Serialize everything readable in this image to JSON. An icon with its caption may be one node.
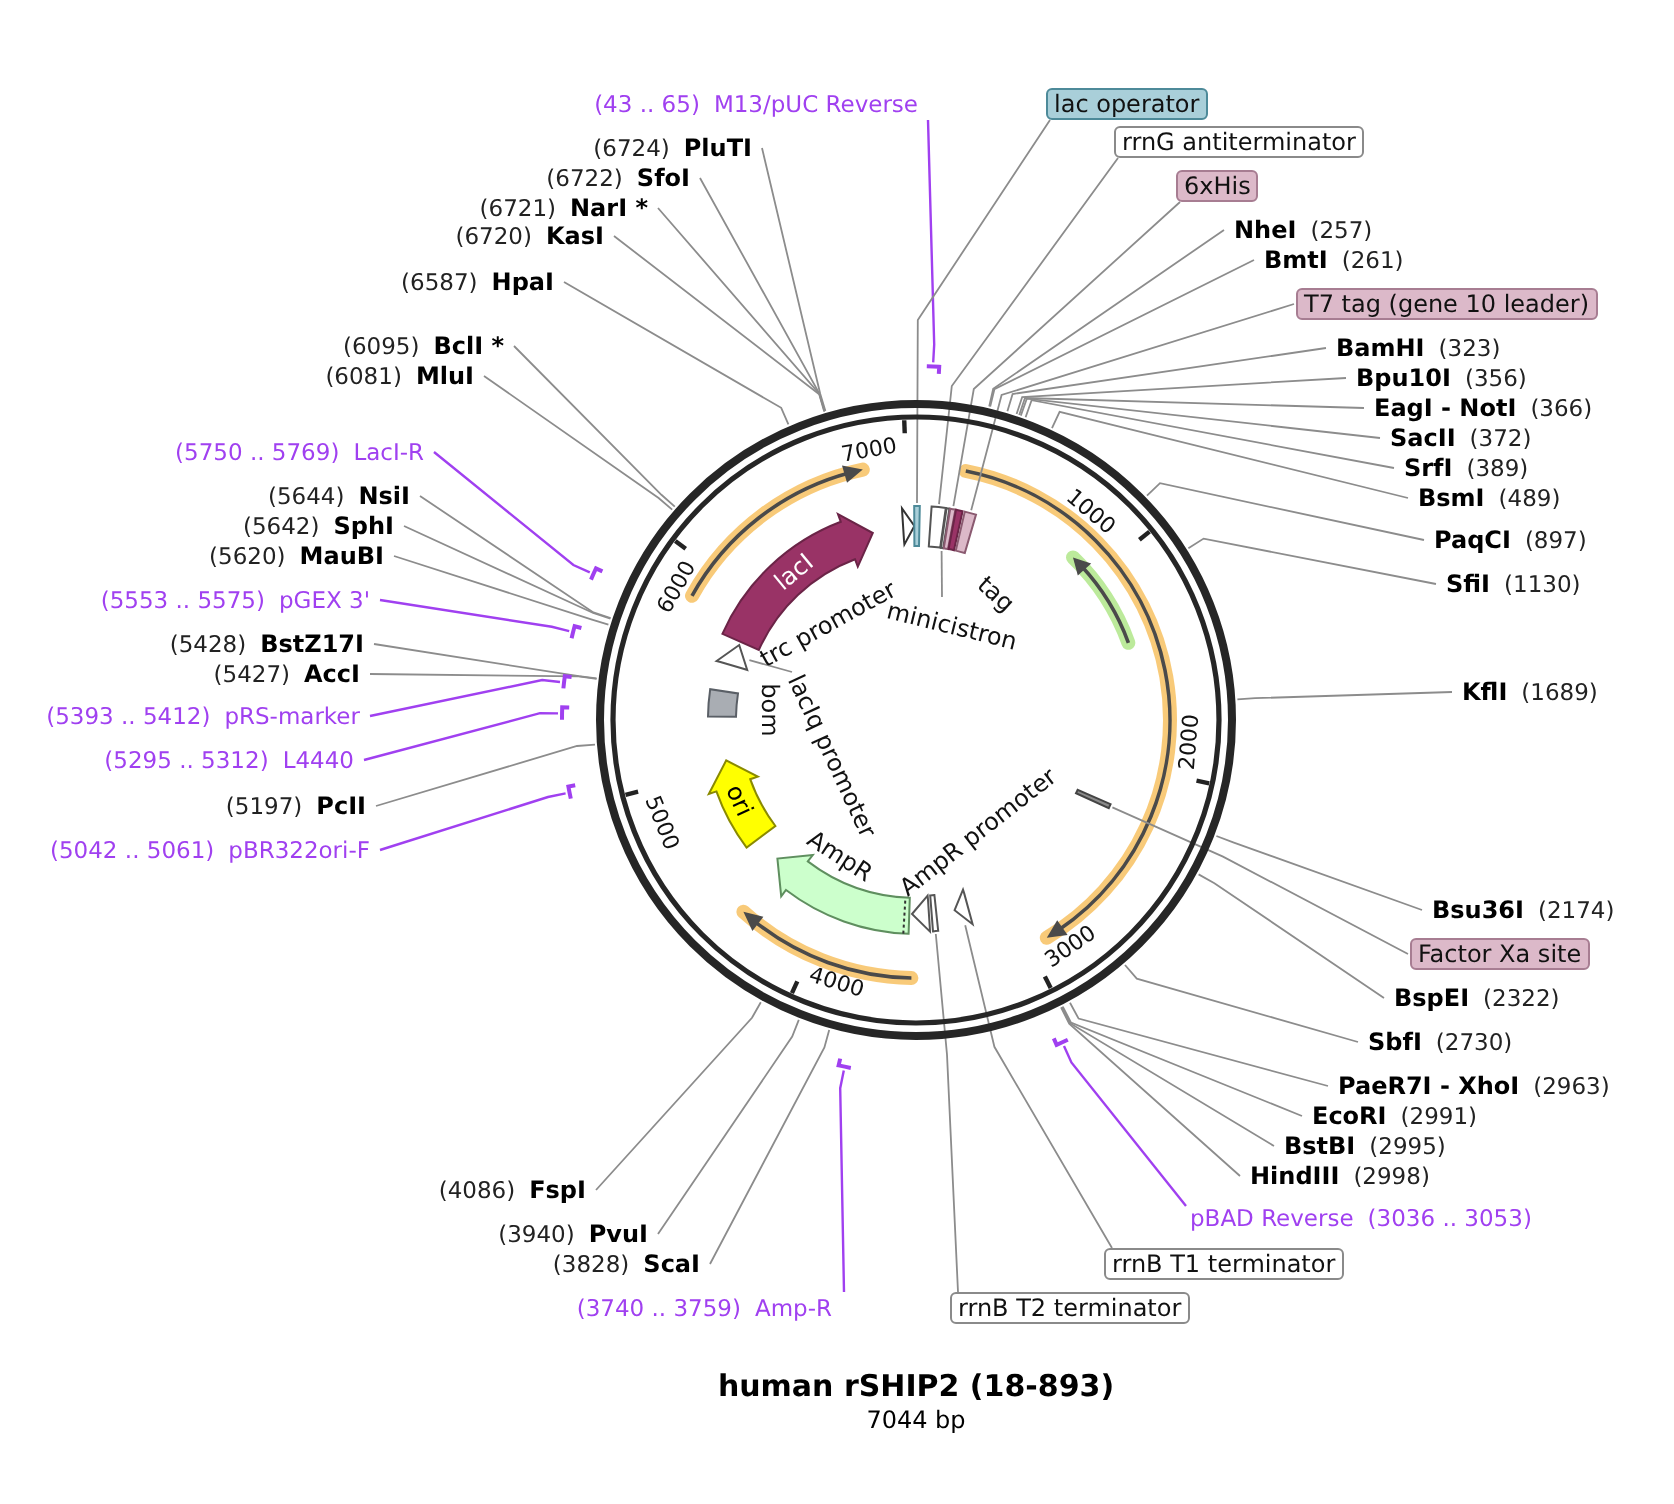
{
  "diagram": {
    "title": "human rSHIP2 (18-893)",
    "caption": "7044 bp",
    "nodes": [
      {
        "text": [
          "(43 .. 65)",
          "M13/pUC Reverse"
        ]
      },
      {
        "text": [
          "lac operator"
        ]
      },
      {
        "text": [
          "rrnG antiterminator"
        ]
      },
      {
        "text": [
          "6xHis"
        ]
      },
      {
        "text": [
          "NheI",
          "(257)"
        ]
      },
      {
        "text": [
          "BmtI",
          "(261)"
        ]
      },
      {
        "text": [
          "T7 tag (gene 10 leader)"
        ]
      },
      {
        "text": [
          "BamHI",
          "(323)"
        ]
      },
      {
        "text": [
          "Bpu10I",
          "(356)"
        ]
      },
      {
        "text": [
          "EagI - NotI",
          "(366)"
        ]
      },
      {
        "text": [
          "SacII",
          "(372)"
        ]
      },
      {
        "text": [
          "SrfI",
          "(389)"
        ]
      },
      {
        "text": [
          "BsmI",
          "(489)"
        ]
      },
      {
        "text": [
          "PaqCI",
          "(897)"
        ]
      },
      {
        "text": [
          "SfiI",
          "(1130)"
        ]
      },
      {
        "text": [
          "KflI",
          "(1689)"
        ]
      },
      {
        "text": [
          "Bsu36I",
          "(2174)"
        ]
      },
      {
        "text": [
          "Factor Xa site"
        ]
      },
      {
        "text": [
          "BspEI",
          "(2322)"
        ]
      },
      {
        "text": [
          "SbfI",
          "(2730)"
        ]
      },
      {
        "text": [
          "PaeR7I - XhoI",
          "(2963)"
        ]
      },
      {
        "text": [
          "EcoRI",
          "(2991)"
        ]
      },
      {
        "text": [
          "BstBI",
          "(2995)"
        ]
      },
      {
        "text": [
          "HindIII",
          "(2998)"
        ]
      },
      {
        "text": [
          "pBAD Reverse",
          "(3036 .. 3053)"
        ]
      },
      {
        "text": [
          "rrnB T1 terminator"
        ]
      },
      {
        "text": [
          "rrnB T2 terminator"
        ]
      },
      {
        "text": [
          "(3740 .. 3759)",
          "Amp-R"
        ]
      },
      {
        "text": [
          "(3828)",
          "ScaI"
        ]
      },
      {
        "text": [
          "(3940)",
          "PvuI"
        ]
      },
      {
        "text": [
          "(4086)",
          "FspI"
        ]
      },
      {
        "text": [
          "(5042 .. 5061)",
          "pBR322ori-F"
        ]
      },
      {
        "text": [
          "(5197)",
          "PcII"
        ]
      },
      {
        "text": [
          "(5295 .. 5312)",
          "L4440"
        ]
      },
      {
        "text": [
          "(5393 .. 5412)",
          "pRS-marker"
        ]
      },
      {
        "text": [
          "(5427)",
          "AccI"
        ]
      },
      {
        "text": [
          "(5428)",
          "BstZ17I"
        ]
      },
      {
        "text": [
          "(5553 .. 5575)",
          "pGEX 3'"
        ]
      },
      {
        "text": [
          "(5620)",
          "MauBI"
        ]
      },
      {
        "text": [
          "(5642)",
          "SphI"
        ]
      },
      {
        "text": [
          "(5644)",
          "NsiI"
        ]
      },
      {
        "text": [
          "(5750 .. 5769)",
          "LacI-R"
        ]
      },
      {
        "text": [
          "(6081)",
          "MluI"
        ]
      },
      {
        "text": [
          "(6095)",
          "BclI *"
        ]
      },
      {
        "text": [
          "(6587)",
          "HpaI"
        ]
      },
      {
        "text": [
          "(6720)",
          "KasI"
        ]
      },
      {
        "text": [
          "(6721)",
          "NarI *"
        ]
      },
      {
        "text": [
          "(6722)",
          "SfoI"
        ]
      },
      {
        "text": [
          "(6724)",
          "PluTI"
        ]
      },
      {
        "text": [],
        "shape": "arrow"
      },
      {
        "text": [],
        "shape": "box"
      },
      {
        "text": [],
        "shape": "box"
      },
      {
        "text": [],
        "shape": "box"
      },
      {
        "text": [],
        "shape": "box"
      },
      {
        "text": [],
        "shape": "box"
      },
      {
        "text": [],
        "shape": "box"
      },
      {
        "text": [],
        "shape": "box"
      },
      {
        "text": [],
        "shape": "arrow"
      },
      {
        "text": [],
        "shape": "box"
      },
      {
        "text": [],
        "shape": "arrow",
        "beside": [
          "AmpR promoter"
        ]
      },
      {
        "text": [],
        "shape": "arrow",
        "beside": [
          "AmpR"
        ]
      },
      {
        "text": [
          "ori"
        ]
      },
      {
        "text": [],
        "shape": "box"
      },
      {
        "text": [],
        "shape": "arrow"
      },
      {
        "text": [
          "lacI"
        ]
      },
      {
        "text": [
          "minicistron"
        ]
      },
      {
        "text": [
          "lacIq promoter"
        ]
      },
      {
        "text": [],
        "shape": "bar"
      },
      {
        "text": [],
        "shape": "bar"
      },
      {
        "text": [],
        "shape": "bar"
      },
      {
        "text": [],
        "shape": "bar"
      },
      {
        "text": [],
        "shape": "bar"
      },
      {
        "text": [],
        "shape": "bar"
      },
      {
        "text": [],
        "shape": "bar"
      },
      {
        "text": [],
        "shape": "bar"
      }
    ],
    "edges": [
      {
        "from": 0,
        "to": 67,
        "arrow": "none",
        "color": "#a040f0"
      },
      {
        "from": 1,
        "to": 50,
        "arrow": "none"
      },
      {
        "from": 2,
        "to": 51,
        "arrow": "none"
      },
      {
        "from": 3,
        "to": 53,
        "arrow": "none"
      },
      {
        "from": 4,
        "to": null,
        "arrow": "none"
      },
      {
        "from": 5,
        "to": null,
        "arrow": "none"
      },
      {
        "from": 6,
        "to": 55,
        "arrow": "none"
      },
      {
        "from": 7,
        "to": null,
        "arrow": "none"
      },
      {
        "from": 8,
        "to": null,
        "arrow": "none"
      },
      {
        "from": 9,
        "to": null,
        "arrow": "none"
      },
      {
        "from": 10,
        "to": null,
        "arrow": "none"
      },
      {
        "from": 11,
        "to": null,
        "arrow": "none"
      },
      {
        "from": 12,
        "to": null,
        "arrow": "none"
      },
      {
        "from": 13,
        "to": null,
        "arrow": "none"
      },
      {
        "from": 14,
        "to": null,
        "arrow": "none"
      },
      {
        "from": 15,
        "to": null,
        "arrow": "none"
      },
      {
        "from": 16,
        "to": null,
        "arrow": "none"
      },
      {
        "from": 17,
        "to": 56,
        "arrow": "none"
      },
      {
        "from": 18,
        "to": null,
        "arrow": "none"
      },
      {
        "from": 19,
        "to": null,
        "arrow": "none"
      },
      {
        "from": 20,
        "to": null,
        "arrow": "none"
      },
      {
        "from": 21,
        "to": null,
        "arrow": "none"
      },
      {
        "from": 22,
        "to": null,
        "arrow": "none"
      },
      {
        "from": 23,
        "to": null,
        "arrow": "none"
      },
      {
        "from": 24,
        "to": 68,
        "arrow": "none",
        "color": "#a040f0"
      },
      {
        "from": 25,
        "to": 57,
        "arrow": "none"
      },
      {
        "from": 26,
        "to": 58,
        "arrow": "none"
      },
      {
        "from": 27,
        "to": 69,
        "arrow": "none",
        "color": "#a040f0"
      },
      {
        "from": 28,
        "to": null,
        "arrow": "none"
      },
      {
        "from": 29,
        "to": null,
        "arrow": "none"
      },
      {
        "from": 30,
        "to": null,
        "arrow": "none"
      },
      {
        "from": 31,
        "to": 70,
        "arrow": "none",
        "color": "#a040f0"
      },
      {
        "from": 32,
        "to": null,
        "arrow": "none"
      },
      {
        "from": 33,
        "to": 71,
        "arrow": "none",
        "color": "#a040f0"
      },
      {
        "from": 34,
        "to": 72,
        "arrow": "none",
        "color": "#a040f0"
      },
      {
        "from": 35,
        "to": null,
        "arrow": "none"
      },
      {
        "from": 36,
        "to": null,
        "arrow": "none"
      },
      {
        "from": 37,
        "to": 73,
        "arrow": "none",
        "color": "#a040f0"
      },
      {
        "from": 38,
        "to": null,
        "arrow": "none"
      },
      {
        "from": 39,
        "to": null,
        "arrow": "none"
      },
      {
        "from": 40,
        "to": null,
        "arrow": "none"
      },
      {
        "from": 41,
        "to": 74,
        "arrow": "none",
        "color": "#a040f0"
      },
      {
        "from": 42,
        "to": null,
        "arrow": "none"
      },
      {
        "from": 43,
        "to": null,
        "arrow": "none"
      },
      {
        "from": 44,
        "to": null,
        "arrow": "none"
      },
      {
        "from": 45,
        "to": null,
        "arrow": "none"
      },
      {
        "from": 46,
        "to": null,
        "arrow": "none"
      },
      {
        "from": 47,
        "to": null,
        "arrow": "none"
      },
      {
        "from": 48,
        "to": null,
        "arrow": "none"
      },
      {
        "from": 65,
        "to": 52,
        "arrow": "none"
      },
      {
        "from": 66,
        "to": 63,
        "arrow": "none"
      }
    ],
    "labels": [
      "1000",
      "2000",
      "3000",
      "4000",
      "5000",
      "6000",
      "7000",
      "trc promoter",
      "tag",
      "bom"
    ]
  }
}
